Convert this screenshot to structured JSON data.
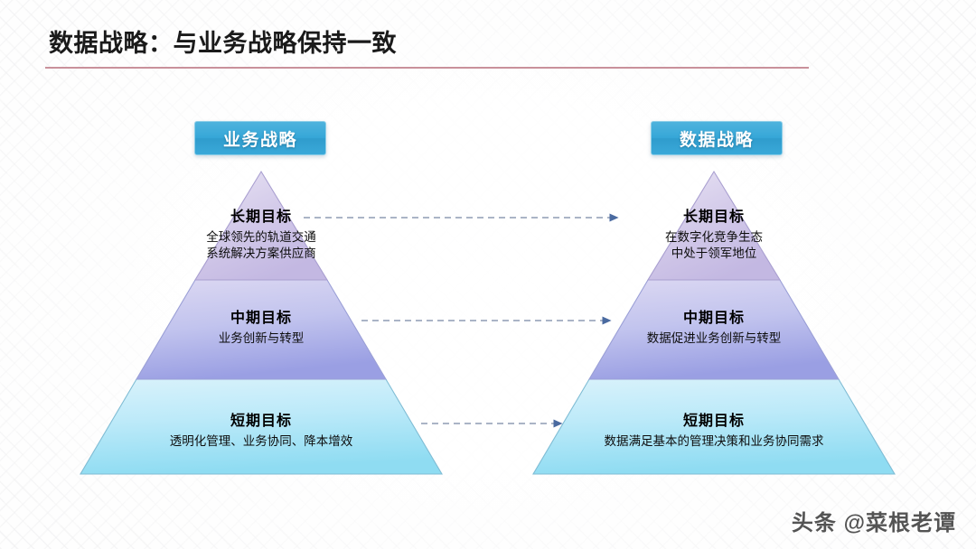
{
  "slide": {
    "title": "数据战略：与业务战略保持一致",
    "watermark": "头条 @菜根老谭",
    "accent_rule_color": "#c9919b",
    "badge_color": "#36a7d8"
  },
  "columns": [
    {
      "badge_label": "业务战略",
      "tiers": [
        {
          "heading": "长期目标",
          "desc_line1": "全球领先的轨道交通",
          "desc_line2": "系统解决方案供应商",
          "color": "#cdc3e6"
        },
        {
          "heading": "中期目标",
          "desc_line1": "业务创新与转型",
          "desc_line2": "",
          "color": "#b3b6ea"
        },
        {
          "heading": "短期目标",
          "desc_line1": "透明化管理、业务协同、降本增效",
          "desc_line2": "",
          "color": "#a8e4f5"
        }
      ]
    },
    {
      "badge_label": "数据战略",
      "tiers": [
        {
          "heading": "长期目标",
          "desc_line1": "在数字化竞争生态",
          "desc_line2": "中处于领军地位",
          "color": "#cdc3e6"
        },
        {
          "heading": "中期目标",
          "desc_line1": "数据促进业务创新与转型",
          "desc_line2": "",
          "color": "#b3b6ea"
        },
        {
          "heading": "短期目标",
          "desc_line1": "数据满足基本的管理决策和业务协同需求",
          "desc_line2": "",
          "color": "#a8e4f5"
        }
      ]
    }
  ],
  "connectors": [
    {
      "label": "长期目标连接箭头",
      "from_tier": 0
    },
    {
      "label": "中期目标连接箭头",
      "from_tier": 1
    },
    {
      "label": "短期目标连接箭头",
      "from_tier": 2
    }
  ]
}
